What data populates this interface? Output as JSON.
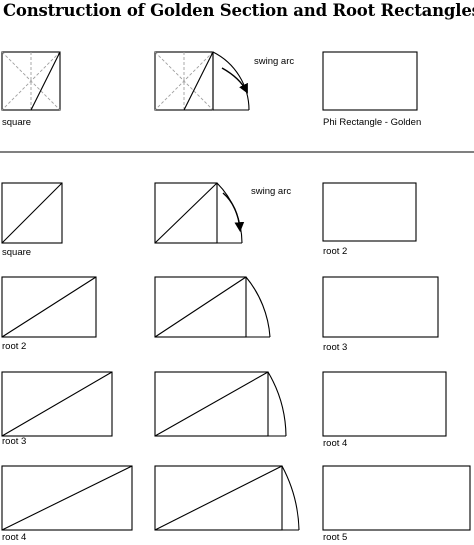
{
  "title": "Construction of Golden Section and Root Rectangles",
  "labels": {
    "square_top": "square",
    "swing_arc_top": "swing arc",
    "phi_rectangle": "Phi Rectangle - Golden",
    "swing_arc_mid": "swing arc",
    "square_mid": "square",
    "root2_result": "root 2",
    "root2_source": "root 2",
    "root3_result": "root 3",
    "root3_source": "root 3",
    "root4_result": "root 4",
    "root4_source": "root 4",
    "root5_result": "root 5"
  },
  "colors": {
    "ink": "#000000",
    "dashed": "#a0a0a0",
    "background": "#ffffff"
  }
}
